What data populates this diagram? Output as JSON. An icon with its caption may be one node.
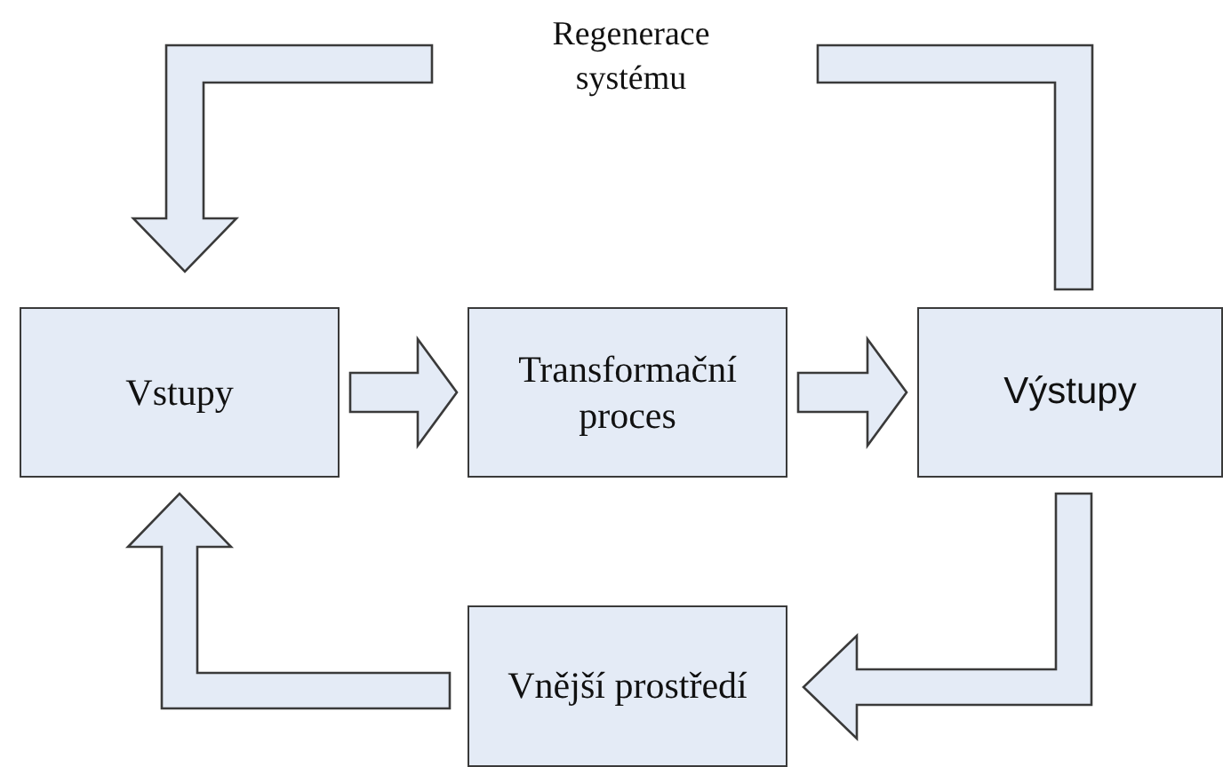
{
  "diagram": {
    "nodes": [
      {
        "text": [
          "Vstupy"
        ]
      },
      {
        "text": [
          "Transformační proces"
        ]
      },
      {
        "text": [
          "Výstupy"
        ]
      },
      {
        "text": [
          "Vnější prostředí"
        ]
      }
    ],
    "edges": [
      {
        "from": 0,
        "to": 1,
        "arrow": "to"
      },
      {
        "from": 1,
        "to": 2,
        "arrow": "to"
      },
      {
        "from": 2,
        "to": 3,
        "arrow": "to"
      },
      {
        "from": 3,
        "to": 0,
        "arrow": "to"
      },
      {
        "from": 2,
        "to": 0,
        "arrow": "to",
        "label": "Regenerace systému"
      }
    ]
  }
}
